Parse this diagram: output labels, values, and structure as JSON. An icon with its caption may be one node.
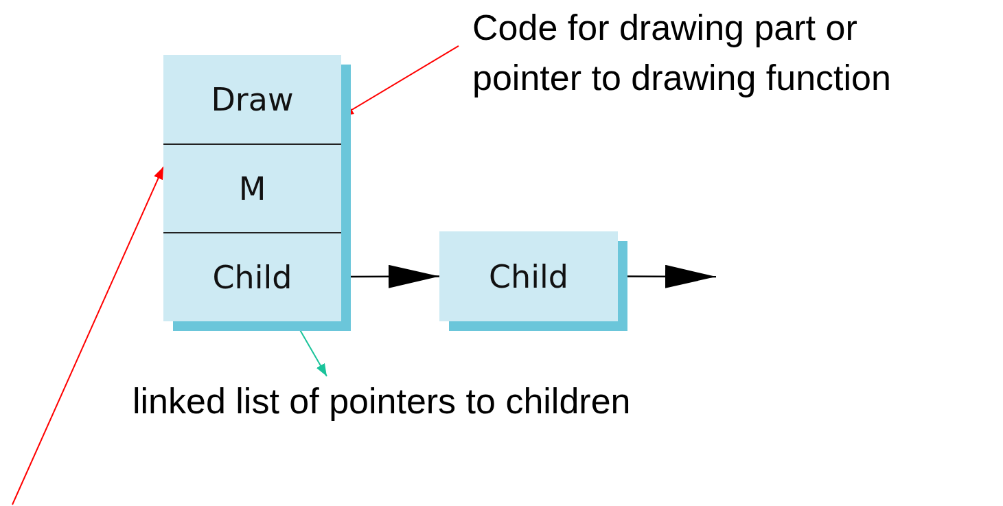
{
  "diagram": {
    "nodes": [
      {
        "text": [],
        "shape": "box"
      },
      {
        "text": [
          "Draw"
        ],
        "in": 0
      },
      {
        "text": [
          "M"
        ],
        "in": 0
      },
      {
        "text": [
          "Child"
        ],
        "in": 0
      },
      {
        "text": [
          "Child"
        ]
      },
      {
        "text": [
          "Code for drawing part or pointer to drawing function"
        ]
      },
      {
        "text": [
          "linked list of pointers to children"
        ]
      }
    ],
    "edges": [
      {
        "from": 3,
        "to": 4,
        "arrow": "to"
      },
      {
        "from": 4,
        "to": null,
        "arrow": "to"
      },
      {
        "from": 5,
        "to": 0,
        "arrow": "to",
        "color": "#ff0000"
      },
      {
        "from": null,
        "to": 0,
        "arrow": "to",
        "color": "#ff0000"
      },
      {
        "from": 0,
        "to": 6,
        "arrow": "to",
        "color": "#19c39a"
      }
    ]
  }
}
